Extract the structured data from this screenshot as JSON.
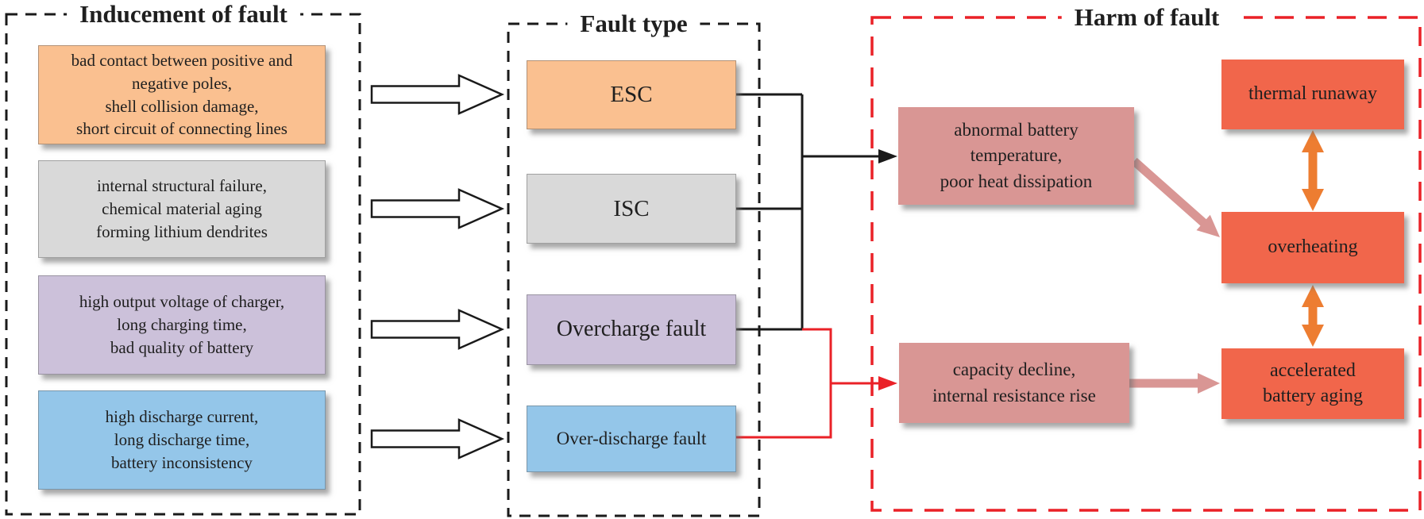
{
  "colors": {
    "peach": "#FAC090",
    "gray": "#D9D9D9",
    "purple": "#CCC1DA",
    "blue": "#94C6E9",
    "rose": "#D99694",
    "coral": "#F1664B",
    "orange_arrow": "#ED7D31",
    "red": "#EA2127",
    "line": "#1A1A1A",
    "arrow_fill": "#FFFFFF"
  },
  "panels": {
    "inducement": {
      "title": "Inducement of fault",
      "items": [
        {
          "text": "bad contact between positive and\nnegative poles,\nshell collision damage,\nshort circuit of connecting lines"
        },
        {
          "text": "internal structural failure,\nchemical material aging\nforming lithium dendrites"
        },
        {
          "text": "high output voltage of charger,\nlong charging time,\nbad quality of battery"
        },
        {
          "text": "high discharge current,\nlong discharge time,\nbattery inconsistency"
        }
      ]
    },
    "fault_type": {
      "title": "Fault type",
      "items": [
        {
          "label": "ESC"
        },
        {
          "label": "ISC"
        },
        {
          "label": "Overcharge fault"
        },
        {
          "label": "Over-discharge fault"
        }
      ]
    },
    "harm": {
      "title": "Harm of fault",
      "intermediate": [
        {
          "text": "abnormal battery\ntemperature,\npoor heat dissipation"
        },
        {
          "text": "capacity decline,\ninternal resistance rise"
        }
      ],
      "outcomes": [
        {
          "text": "thermal runaway"
        },
        {
          "text": "overheating"
        },
        {
          "text": "accelerated\nbattery aging"
        }
      ]
    }
  }
}
